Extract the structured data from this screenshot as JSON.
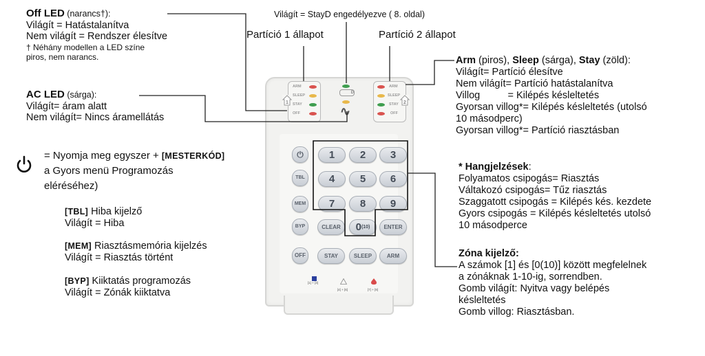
{
  "off_led": {
    "title": "Off LED",
    "color_note": " (narancs†):",
    "line1": "Világít = Hatástalanítva",
    "line2": "Nem világít = Rendszer élesítve",
    "note1": "† Néhány modellen a LED színe",
    "note2": "piros, nem narancs."
  },
  "stayd": {
    "text": "Világít = StayD engedélyezve ( 8. oldal)"
  },
  "partitions": {
    "p1": "Partíció 1 állapot",
    "p2": "Partíció 2 állapot"
  },
  "ac_led": {
    "title": "AC LED",
    "color_note": " (sárga):",
    "line1": "Világít= áram alatt",
    "line2": "Nem világít= Nincs áramellátás"
  },
  "power": {
    "icon": "power-icon",
    "line1_prefix": "= Nyomja meg egyszer + ",
    "line1_code": "[MESTERKÓD]",
    "line2": "a Gyors menü Programozás",
    "line3": "eléréséhez)"
  },
  "keys_legend": [
    {
      "key": "[TBL]",
      "title": " Hiba kijelző",
      "desc": "Világít = Hiba"
    },
    {
      "key": "[MEM]",
      "title": " Riasztásmemória kijelzés",
      "desc": "Világít = Riasztás történt"
    },
    {
      "key": "[BYP]",
      "title": " Kiiktatás programozás",
      "desc": "Világít = Zónák kiiktatva"
    }
  ],
  "arm_sleep_stay": {
    "arm": "Arm",
    "arm_c": " (piros), ",
    "sleep": "Sleep",
    "sleep_c": " (sárga), ",
    "stay": "Stay",
    "stay_c": " (zöld):",
    "lines": [
      "Világít= Partíció élesítve",
      "Nem világít= Partíció hatástalanítva",
      "Villog          = Kilépés késleltetés",
      "Gyorsan villog*= Kilépés késleltetés (utolsó",
      "10 másodperc)",
      "Gyorsan villog*= Partíció riasztásban"
    ]
  },
  "sounds": {
    "title": "Hangjelzések",
    "prefix": "* ",
    "suffix": ":",
    "lines": [
      "Folyamatos csipogás= Riasztás",
      "Váltakozó csipogás= Tűz riasztás",
      "Szaggatott csipogás = Kilépés kés. kezdete",
      "Gyors csipogás = Kilépés késleltetés utolsó",
      "10 másodperce"
    ]
  },
  "zones": {
    "title": "Zóna kijelző:",
    "lines": [
      "A számok [1] és [0(10)] között megfelelnek",
      "a zónáknak 1-10-ig, sorrendben.",
      "Gomb világít: Nyitva vagy belépés",
      "késleltetés",
      "Gomb villog: Riasztásban."
    ]
  },
  "keypad": {
    "led_labels": [
      "ARM",
      "SLEEP",
      "STAY",
      "OFF"
    ],
    "partition1_num": "1",
    "partition2_num": "2",
    "led_colors": {
      "arm": "#d9534f",
      "sleep": "#e8b84a",
      "stay": "#3f9e4f",
      "off": "#d9534f",
      "stayd": "#3f9e4f",
      "ac": "#e8b84a"
    },
    "stayd_label": "D",
    "ac_symbol": "∿",
    "side_keys": [
      "⏻",
      "TBL",
      "MEM",
      "BYP",
      "OFF"
    ],
    "number_keys": [
      "1",
      "2",
      "3",
      "4",
      "5",
      "6",
      "7",
      "8",
      "9"
    ],
    "row4": [
      "CLEAR",
      "0",
      "(10)",
      "ENTER"
    ],
    "row5": [
      "STAY",
      "SLEEP",
      "ARM"
    ],
    "panic": [
      {
        "icon": "police-icon",
        "label": "[1] + [3]",
        "color": "#2b3f9e"
      },
      {
        "icon": "warning-icon",
        "label": "[4] + [6]",
        "color": "#8a8a8a"
      },
      {
        "icon": "fire-icon",
        "label": "[7] + [9]",
        "color": "#d94b4b"
      }
    ]
  }
}
